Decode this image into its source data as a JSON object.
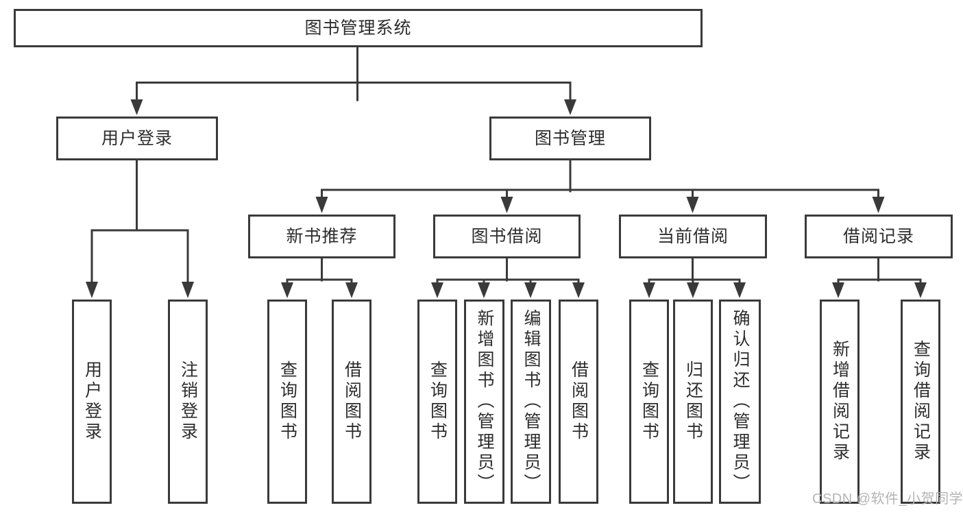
{
  "diagram": {
    "root": {
      "label": "图书管理系统"
    },
    "level2": [
      {
        "label": "用户登录"
      },
      {
        "label": "图书管理"
      }
    ],
    "level3": [
      {
        "label": "新书推荐",
        "parent": "图书管理"
      },
      {
        "label": "图书借阅",
        "parent": "图书管理"
      },
      {
        "label": "当前借阅",
        "parent": "图书管理"
      },
      {
        "label": "借阅记录",
        "parent": "图书管理"
      }
    ],
    "leaves": [
      {
        "label": "用户登录",
        "parent": "用户登录"
      },
      {
        "label": "注销登录",
        "parent": "用户登录"
      },
      {
        "label": "查询图书",
        "parent": "新书推荐"
      },
      {
        "label": "借阅图书",
        "parent": "新书推荐"
      },
      {
        "label": "查询图书",
        "parent": "图书借阅"
      },
      {
        "label": "新增图书（管理员）",
        "parent": "图书借阅"
      },
      {
        "label": "编辑图书（管理员）",
        "parent": "图书借阅"
      },
      {
        "label": "借阅图书",
        "parent": "图书借阅"
      },
      {
        "label": "查询图书",
        "parent": "当前借阅"
      },
      {
        "label": "归还图书",
        "parent": "当前借阅"
      },
      {
        "label": "确认归还（管理员）",
        "parent": "当前借阅"
      },
      {
        "label": "新增借阅记录",
        "parent": "借阅记录"
      },
      {
        "label": "查询借阅记录",
        "parent": "借阅记录"
      }
    ]
  },
  "watermark": {
    "text": "CSDN @软件_小贺同学"
  },
  "colors": {
    "line": "#3a3a3a",
    "text": "#2d2d2d",
    "box_fill": "#ffffff",
    "background": "#ffffff",
    "watermark": "#b4b4b4"
  }
}
